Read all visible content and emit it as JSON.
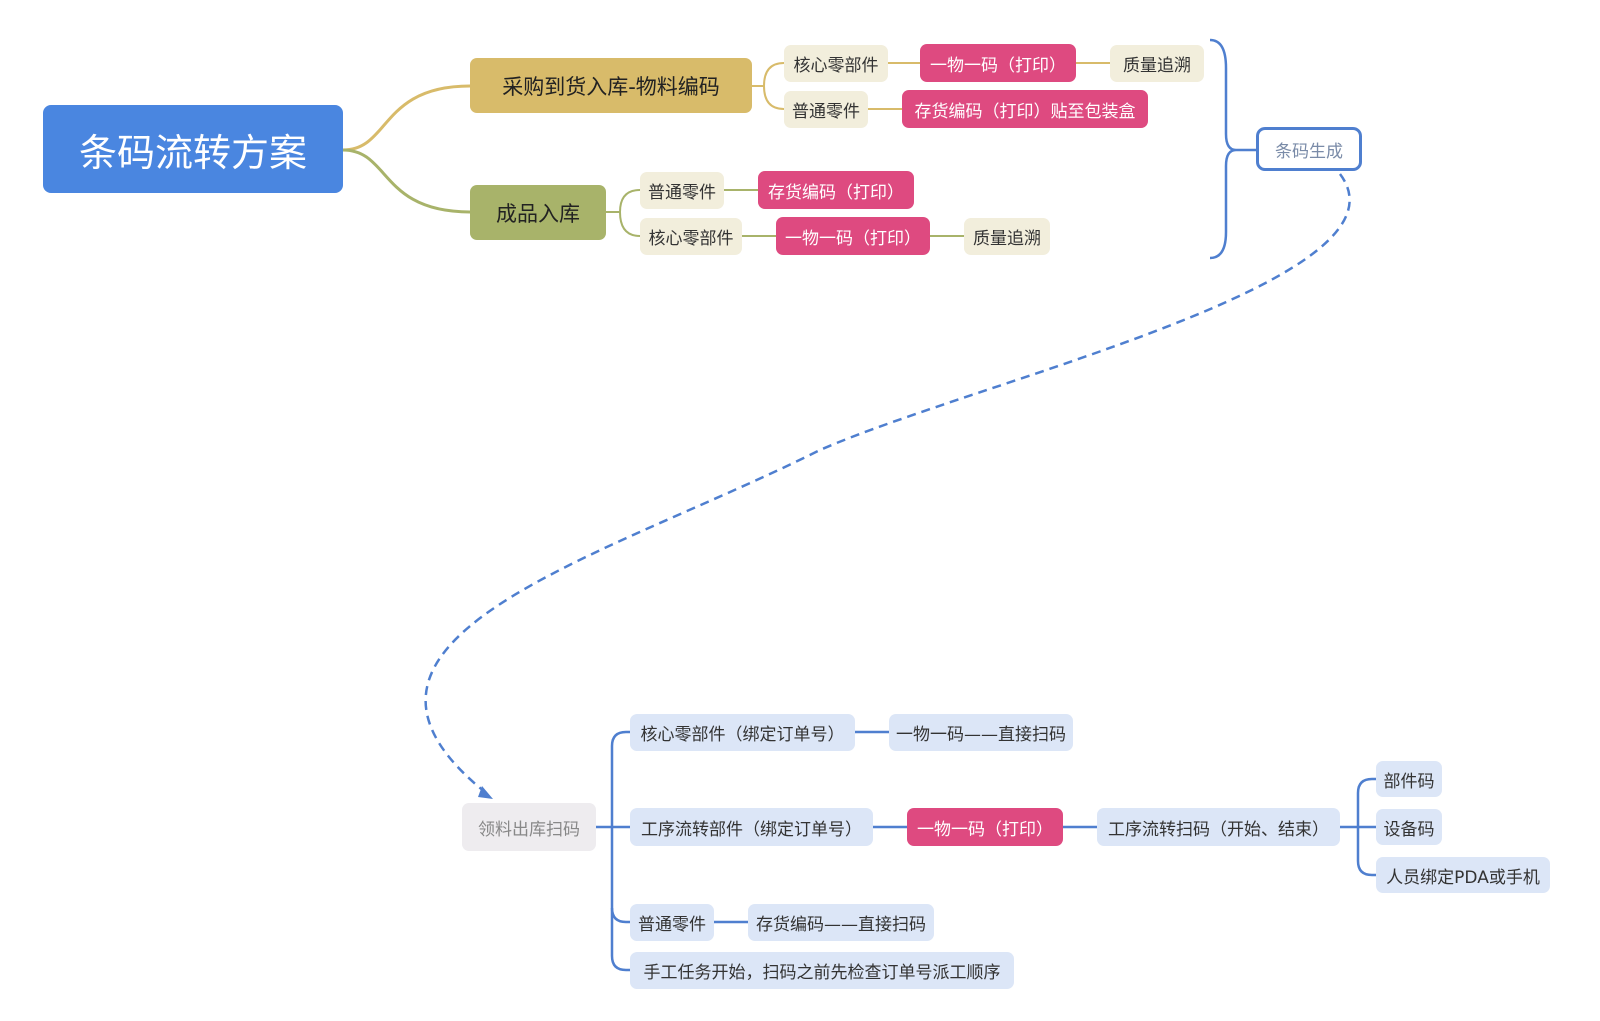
{
  "root": "条码流转方案",
  "purchase": {
    "title": "采购到货入库-物料编码",
    "core": "核心零部件",
    "core_code": "一物一码（打印）",
    "core_trace": "质量追溯",
    "normal": "普通零件",
    "normal_code": "存货编码（打印）贴至包装盒"
  },
  "finished": {
    "title": "成品入库",
    "normal": "普通零件",
    "normal_code": "存货编码（打印）",
    "core": "核心零部件",
    "core_code": "一物一码（打印）",
    "core_trace": "质量追溯"
  },
  "barcode_generation": "条码生成",
  "picking": {
    "title": "领料出库扫码",
    "core": "核心零部件（绑定订单号）",
    "core_scan": "一物一码——直接扫码",
    "process": "工序流转部件（绑定订单号）",
    "process_code": "一物一码（打印）",
    "process_scan": "工序流转扫码（开始、结束）",
    "part_code": "部件码",
    "device_code": "设备码",
    "personnel": "人员绑定PDA或手机",
    "normal": "普通零件",
    "normal_scan": "存货编码——直接扫码",
    "manual": "手工任务开始，扫码之前先检查订单号派工顺序"
  },
  "colors": {
    "root": "#4a86e0",
    "purchase_branch": "#d8bb6a",
    "finished_branch": "#a8b36a",
    "print_code": "#de4a80",
    "scan_branch": "#4f7fcf"
  }
}
